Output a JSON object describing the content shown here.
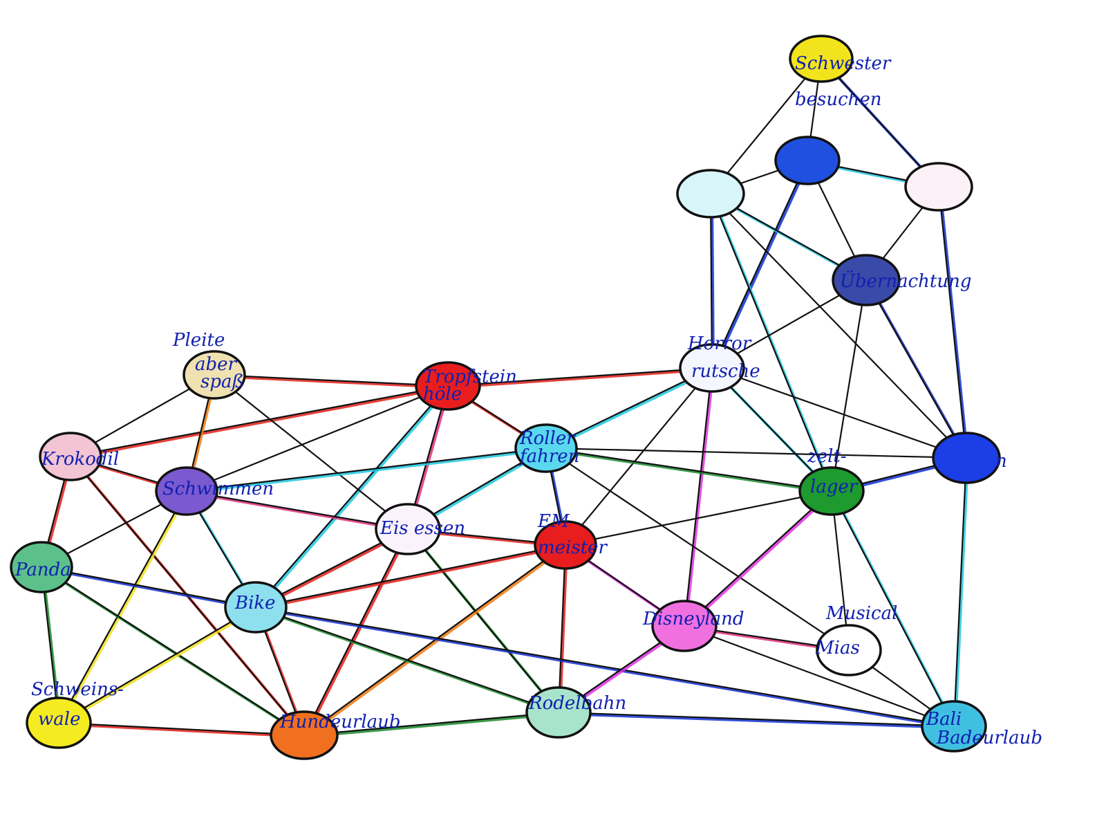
{
  "colors": {
    "black": "#111111",
    "red": "#e0201a",
    "cyan": "#20c8e0",
    "blue": "#1030d0",
    "green": "#1a8a2a",
    "yellow": "#f0e020",
    "pink": "#e0307a",
    "magenta": "#e030e0",
    "orange": "#f07a10",
    "label": "#1020b0"
  },
  "nodes": [
    {
      "id": "schwester",
      "fill": "#f2e41c",
      "label": [
        "Schwester",
        "besuchen"
      ]
    },
    {
      "id": "blue1",
      "fill": "#2050e0",
      "label": []
    },
    {
      "id": "cyan1",
      "fill": "#d8f6fa",
      "label": []
    },
    {
      "id": "pink1",
      "fill": "#fbf1f6",
      "label": []
    },
    {
      "id": "ueber",
      "fill": "#3a4aa8",
      "label": [
        "Übernachtung"
      ]
    },
    {
      "id": "horror",
      "fill": "#f4f6ff",
      "label": [
        "Horror",
        "rutsche"
      ]
    },
    {
      "id": "tropf",
      "fill": "#e81e1e",
      "label": [
        "Tropfstein",
        "höle"
      ]
    },
    {
      "id": "pleite",
      "fill": "#efe2b0",
      "label": [
        "Pleite",
        "aber",
        "spaß"
      ]
    },
    {
      "id": "kroko",
      "fill": "#f2c4d4",
      "label": [
        "Krokodil"
      ]
    },
    {
      "id": "roller",
      "fill": "#5ad8ee",
      "label": [
        "Roller",
        "fahren"
      ]
    },
    {
      "id": "blue2",
      "fill": "#1c3ee6",
      "label": [
        "n"
      ]
    },
    {
      "id": "zelt",
      "fill": "#1e9a2e",
      "label": [
        "zelt-",
        "lager"
      ]
    },
    {
      "id": "schwimm",
      "fill": "#7b5ad0",
      "label": [
        "Schwimmen"
      ]
    },
    {
      "id": "panda",
      "fill": "#5cc08a",
      "label": [
        "Panda"
      ]
    },
    {
      "id": "eis",
      "fill": "#fbf3fb",
      "label": [
        "Eis essen"
      ]
    },
    {
      "id": "em",
      "fill": "#e81e1e",
      "label": [
        "EM",
        "meister"
      ]
    },
    {
      "id": "bike",
      "fill": "#8ee0ee",
      "label": [
        "Bike"
      ]
    },
    {
      "id": "disney",
      "fill": "#f070e0",
      "label": [
        "Disneyland"
      ]
    },
    {
      "id": "musical",
      "fill": "#ffffff",
      "label": [
        "Musical",
        "Mias"
      ]
    },
    {
      "id": "schweinswale",
      "fill": "#f4ec20",
      "label": [
        "Schweins-",
        "wale"
      ]
    },
    {
      "id": "hunde",
      "fill": "#f07020",
      "label": [
        "Hundeurlaub"
      ]
    },
    {
      "id": "rodel",
      "fill": "#a8e4cc",
      "label": [
        "Rodelbahn"
      ]
    },
    {
      "id": "bali",
      "fill": "#40c0e0",
      "label": [
        "Bali",
        "Badeurlaub"
      ]
    }
  ],
  "edges": [
    [
      "schwester",
      "cyan1",
      "black"
    ],
    [
      "schwester",
      "blue1",
      "black"
    ],
    [
      "schwester",
      "pink1",
      "blue"
    ],
    [
      "blue1",
      "cyan1",
      "black"
    ],
    [
      "blue1",
      "pink1",
      "cyan"
    ],
    [
      "blue1",
      "ueber",
      "black"
    ],
    [
      "blue1",
      "horror",
      "blue"
    ],
    [
      "pink1",
      "ueber",
      "black"
    ],
    [
      "pink1",
      "blue2",
      "blue"
    ],
    [
      "cyan1",
      "ueber",
      "cyan"
    ],
    [
      "cyan1",
      "horror",
      "blue"
    ],
    [
      "cyan1",
      "zelt",
      "cyan"
    ],
    [
      "cyan1",
      "blue2",
      "black"
    ],
    [
      "ueber",
      "horror",
      "black"
    ],
    [
      "ueber",
      "zelt",
      "black"
    ],
    [
      "ueber",
      "blue2",
      "blue"
    ],
    [
      "horror",
      "tropf",
      "red"
    ],
    [
      "horror",
      "roller",
      "cyan"
    ],
    [
      "horror",
      "em",
      "black"
    ],
    [
      "horror",
      "zelt",
      "cyan"
    ],
    [
      "horror",
      "blue2",
      "black"
    ],
    [
      "horror",
      "disney",
      "magenta"
    ],
    [
      "tropf",
      "pleite",
      "red"
    ],
    [
      "tropf",
      "kroko",
      "red"
    ],
    [
      "tropf",
      "schwimm",
      "black"
    ],
    [
      "tropf",
      "roller",
      "red"
    ],
    [
      "tropf",
      "eis",
      "pink"
    ],
    [
      "tropf",
      "bike",
      "cyan"
    ],
    [
      "pleite",
      "kroko",
      "black"
    ],
    [
      "pleite",
      "schwimm",
      "orange"
    ],
    [
      "pleite",
      "eis",
      "black"
    ],
    [
      "kroko",
      "schwimm",
      "red"
    ],
    [
      "kroko",
      "panda",
      "red"
    ],
    [
      "kroko",
      "hunde",
      "red"
    ],
    [
      "roller",
      "schwimm",
      "cyan"
    ],
    [
      "roller",
      "eis",
      "cyan"
    ],
    [
      "roller",
      "em",
      "blue"
    ],
    [
      "roller",
      "zelt",
      "green"
    ],
    [
      "roller",
      "blue2",
      "black"
    ],
    [
      "roller",
      "musical",
      "black"
    ],
    [
      "schwimm",
      "eis",
      "pink"
    ],
    [
      "schwimm",
      "panda",
      "black"
    ],
    [
      "schwimm",
      "bike",
      "cyan"
    ],
    [
      "schwimm",
      "schweinswale",
      "yellow"
    ],
    [
      "panda",
      "bike",
      "blue"
    ],
    [
      "panda",
      "hunde",
      "green"
    ],
    [
      "panda",
      "schweinswale",
      "green"
    ],
    [
      "eis",
      "em",
      "red"
    ],
    [
      "eis",
      "bike",
      "red"
    ],
    [
      "eis",
      "hunde",
      "red"
    ],
    [
      "eis",
      "rodel",
      "green"
    ],
    [
      "em",
      "bike",
      "red"
    ],
    [
      "em",
      "hunde",
      "orange"
    ],
    [
      "em",
      "rodel",
      "red"
    ],
    [
      "em",
      "zelt",
      "black"
    ],
    [
      "em",
      "disney",
      "magenta"
    ],
    [
      "bike",
      "hunde",
      "red"
    ],
    [
      "bike",
      "rodel",
      "green"
    ],
    [
      "bike",
      "bali",
      "blue"
    ],
    [
      "bike",
      "schweinswale",
      "yellow"
    ],
    [
      "schweinswale",
      "hunde",
      "red"
    ],
    [
      "hunde",
      "rodel",
      "green"
    ],
    [
      "rodel",
      "disney",
      "magenta"
    ],
    [
      "rodel",
      "bali",
      "blue"
    ],
    [
      "disney",
      "zelt",
      "magenta"
    ],
    [
      "disney",
      "musical",
      "pink"
    ],
    [
      "disney",
      "bali",
      "black"
    ],
    [
      "zelt",
      "blue2",
      "blue"
    ],
    [
      "zelt",
      "musical",
      "black"
    ],
    [
      "zelt",
      "bali",
      "cyan"
    ],
    [
      "blue2",
      "bali",
      "cyan"
    ],
    [
      "musical",
      "bali",
      "black"
    ]
  ]
}
